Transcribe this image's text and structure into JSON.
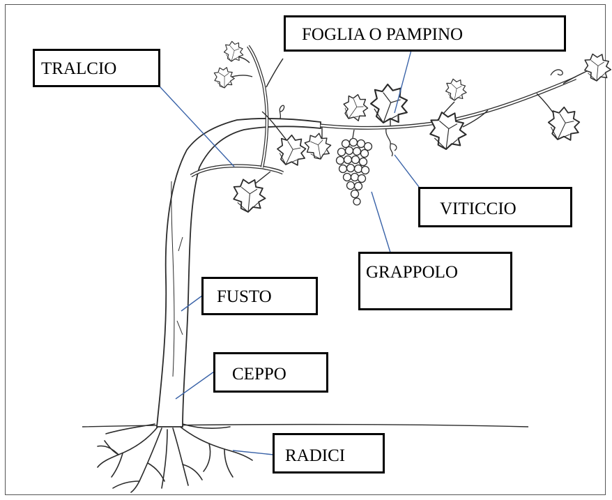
{
  "labels": {
    "tralcio": "TRALCIO",
    "foglia": "FOGLIA O PAMPINO",
    "viticcio": "VITICCIO",
    "grappolo": "GRAPPOLO",
    "fusto": "FUSTO",
    "ceppo": "CEPPO",
    "radici": "RADICI"
  },
  "colors": {
    "leader_line": "#3a63a8",
    "box_border": "#000000",
    "drawing": "#2b2b2b"
  }
}
